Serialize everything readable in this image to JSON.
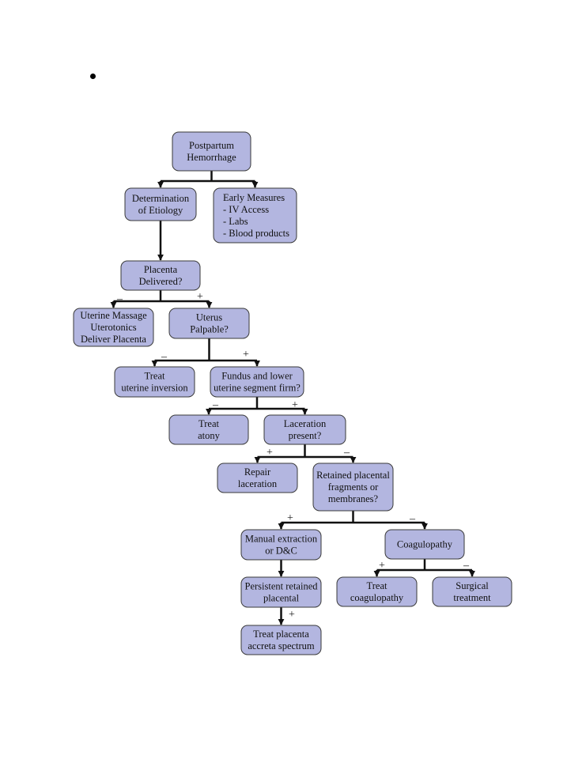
{
  "bullet": "•",
  "nodes": {
    "pph": [
      "Postpartum",
      "Hemorrhage"
    ],
    "etiology": [
      "Determination",
      "of Etiology"
    ],
    "early": [
      "Early Measures",
      "- IV Access",
      "- Labs",
      "- Blood products"
    ],
    "placenta": [
      "Placenta",
      "Delivered?"
    ],
    "massage": [
      "Uterine Massage",
      "Uterotonics",
      "Deliver Placenta"
    ],
    "uterus": [
      "Uterus",
      "Palpable?"
    ],
    "inversion": [
      "Treat",
      "uterine inversion"
    ],
    "fundus": [
      "Fundus and lower",
      "uterine segment firm?"
    ],
    "atony": [
      "Treat",
      "atony"
    ],
    "laceration": [
      "Laceration",
      "present?"
    ],
    "repair": [
      "Repair",
      "laceration"
    ],
    "retained": [
      "Retained placental",
      "fragments or",
      "membranes?"
    ],
    "manual": [
      "Manual extraction",
      "or D&C"
    ],
    "coag": [
      "Coagulopathy"
    ],
    "persistent": [
      "Persistent retained",
      "placental"
    ],
    "treat_coag": [
      "Treat",
      "coagulopathy"
    ],
    "surgical": [
      "Surgical",
      "treatment"
    ],
    "accreta": [
      "Treat placenta",
      "accreta spectrum"
    ]
  },
  "signs": {
    "placenta_neg": "–",
    "placenta_pos": "+",
    "uterus_neg": "–",
    "uterus_pos": "+",
    "fundus_neg": "–",
    "fundus_pos": "+",
    "laceration_pos": "+",
    "laceration_neg": "–",
    "retained_pos": "+",
    "retained_neg": "–",
    "coag_pos": "+",
    "coag_neg": "–",
    "persistent_pos": "+"
  }
}
